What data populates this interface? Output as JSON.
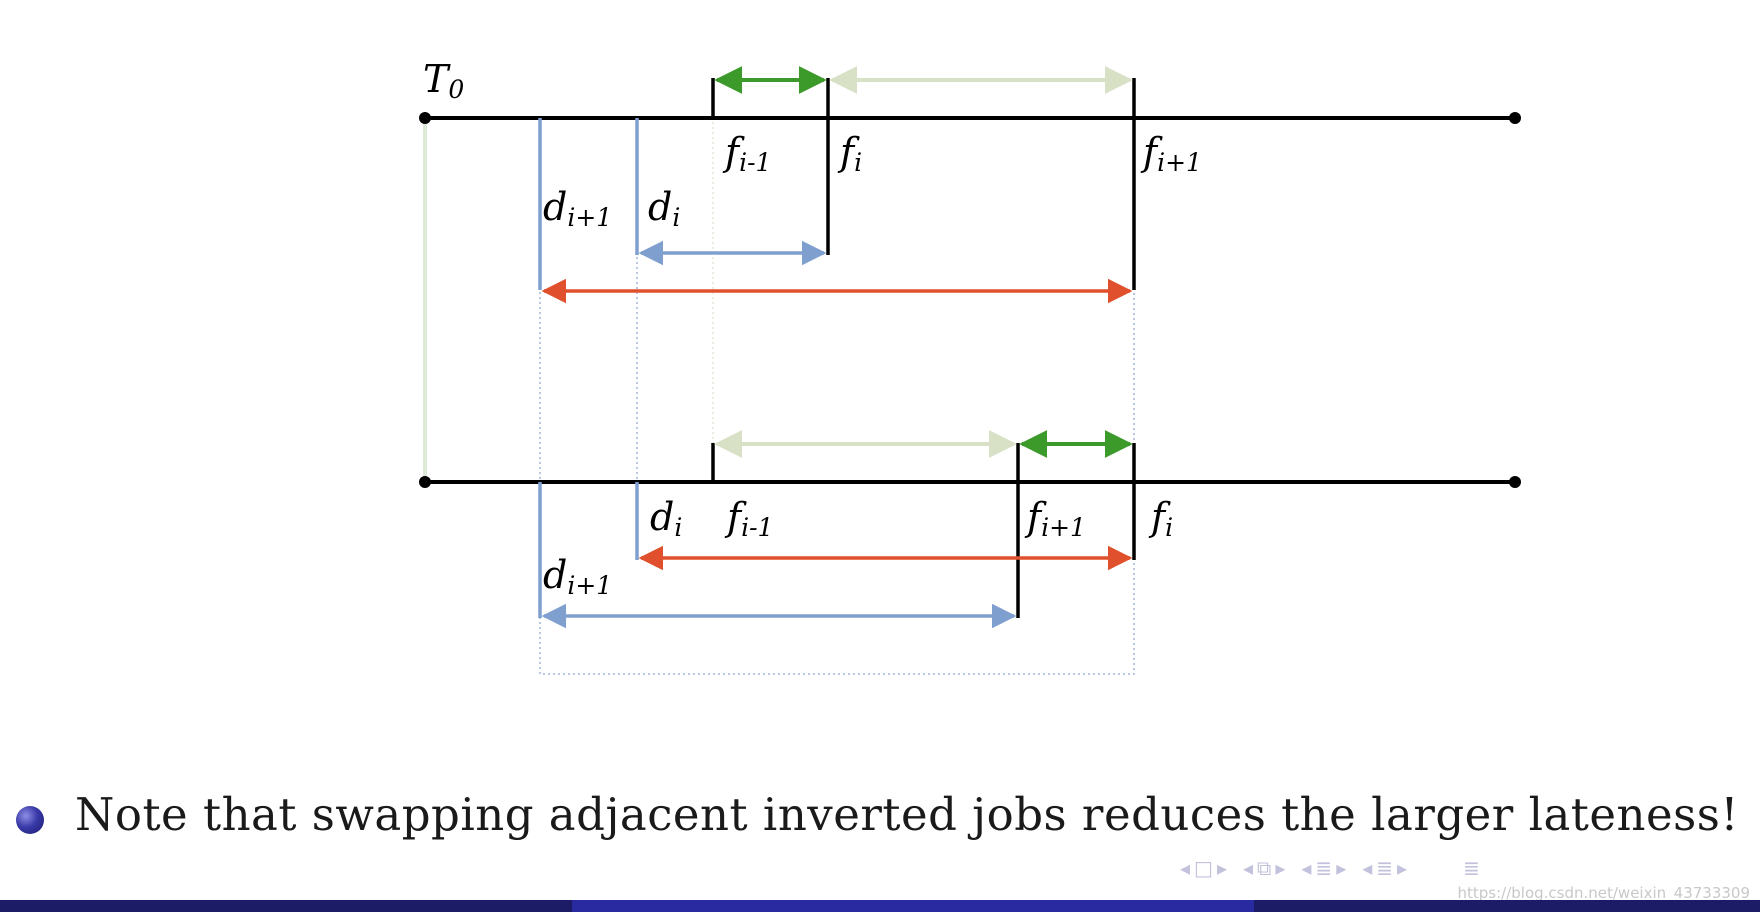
{
  "diagram": {
    "top": {
      "t0": "T",
      "t0_sub": "0",
      "f_prev": "f",
      "f_prev_sub": "i-1",
      "f_i": "f",
      "f_i_sub": "i",
      "f_next": "f",
      "f_next_sub": "i+1",
      "d_next": "d",
      "d_next_sub": "i+1",
      "d_i": "d",
      "d_i_sub": "i"
    },
    "bottom": {
      "d_i": "d",
      "d_i_sub": "i",
      "f_prev": "f",
      "f_prev_sub": "i-1",
      "f_next": "f",
      "f_next_sub": "i+1",
      "f_i": "f",
      "f_i_sub": "i",
      "d_next": "d",
      "d_next_sub": "i+1"
    },
    "colors": {
      "timeline": "#000000",
      "deadline": "#7f9fcf",
      "job_green": "#3c9a2a",
      "job_pale": "#d8e0c6",
      "lateness": "#e0502c",
      "t0_line": "#dfe9d7"
    }
  },
  "bullet": {
    "text": "Note that swapping adjacent inverted jobs reduces the larger lateness!"
  },
  "nav": {
    "left_arrow": "◂",
    "right_arrow": "▸",
    "frame_icon": "□",
    "section_icon": "⧉",
    "subsection_icon": "≣",
    "doc_icon": "≣"
  },
  "watermark": "https://blog.csdn.net/weixin_43733309"
}
